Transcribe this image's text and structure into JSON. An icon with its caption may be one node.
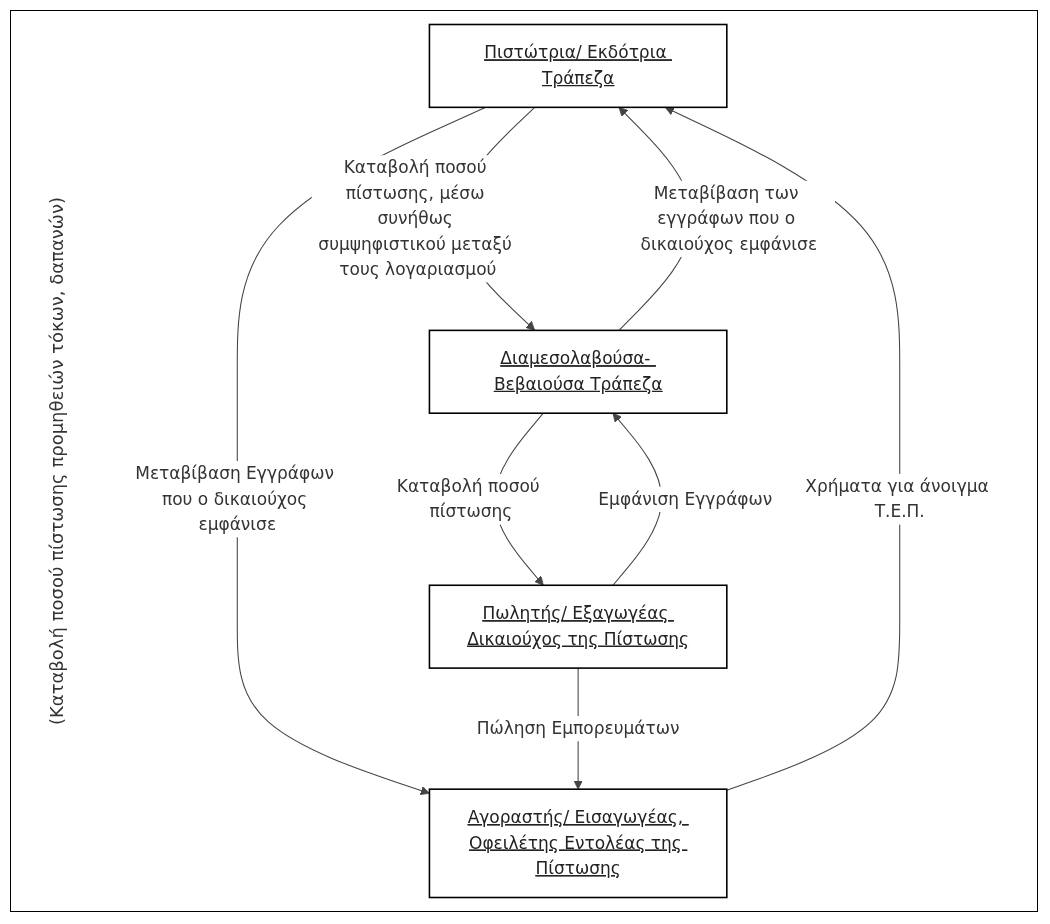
{
  "diagram": {
    "nodes": [
      {
        "text": [
          "Πιστώτρια/ Εκδότρια Τράπεζα"
        ]
      },
      {
        "text": [
          "Διαμεσολαβούσα- Βεβαιούσα Τράπεζα"
        ]
      },
      {
        "text": [
          "Αγοραστής/ Εισαγωγέας, Οφειλέτης Εντολέας της Πίστωσης"
        ]
      },
      {
        "text": [
          "Πωλητής/ Εξαγωγέας Δικαιούχος της Πίστωσης"
        ]
      }
    ],
    "edges": [
      {
        "from": 0,
        "to": 1,
        "arrow": "to",
        "label": "Καταβολή ποσού πίστωσης, μέσω συνήθως συμψηφιστικού μεταξύ τους λογαριασμού"
      },
      {
        "from": 1,
        "to": 0,
        "arrow": "to",
        "label": "Μεταβίβαση των εγγράφων που ο δικαιούχος εμφάνισε"
      },
      {
        "from": 2,
        "to": 0,
        "arrow": "to",
        "label": "Χρήματα για άνοιγμα Τ.Ε.Π."
      },
      {
        "from": 0,
        "to": 2,
        "arrow": "to",
        "label": "Μεταβίβαση Εγγράφων που ο δικαιούχος εμφάνισε"
      },
      {
        "from": 3,
        "to": 1,
        "arrow": "to",
        "label": "Εμφάνιση Εγγράφων"
      },
      {
        "from": 1,
        "to": 3,
        "arrow": "to",
        "label": "Καταβολή ποσού πίστωσης"
      },
      {
        "from": 3,
        "to": 2,
        "arrow": "to",
        "label": "Πώληση Εμπορευμάτων"
      }
    ],
    "labels": [
      "(Καταβολή ποσού πίστωσης προμηθειών τόκων, δαπανών)"
    ]
  }
}
